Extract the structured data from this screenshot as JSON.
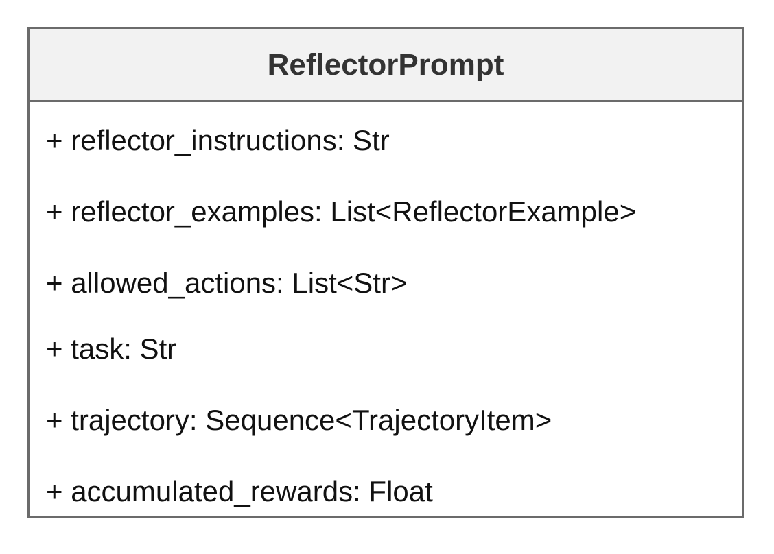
{
  "class_box": {
    "name": "ReflectorPrompt",
    "attributes": [
      "+ reflector_instructions: Str",
      "+ reflector_examples: List<ReflectorExample>",
      "+ allowed_actions: List<Str>",
      "+ task: Str",
      "+ trajectory: Sequence<TrajectoryItem>",
      "+ accumulated_rewards: Float"
    ]
  },
  "colors": {
    "border": "#6b6b6b",
    "header_fill": "#f2f2f2",
    "title_text": "#333333",
    "body_text": "#111111"
  }
}
